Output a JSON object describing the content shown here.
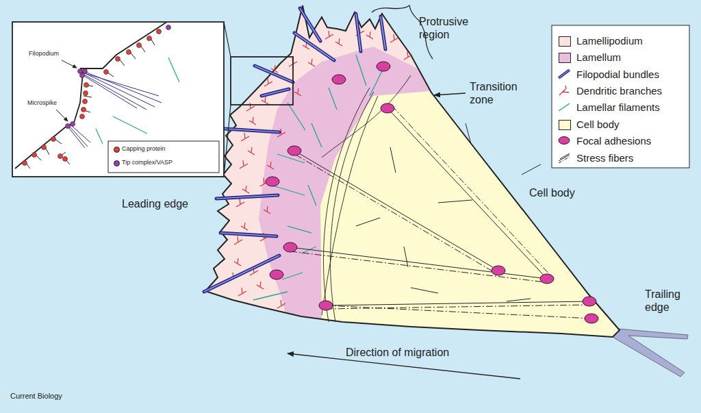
{
  "diagram": {
    "labels": [
      "Filopodium",
      "Microspike",
      "Protrusive region",
      "Transition zone",
      "Leading edge",
      "Cell body",
      "Trailing edge",
      "Direction of migration",
      "Current Biology"
    ],
    "legend": [
      {
        "text": "Lamellipodium",
        "color": "#fae3e1"
      },
      {
        "text": "Lamellum",
        "color": "#e9bddb"
      },
      {
        "text": "Filopodial bundles"
      },
      {
        "text": "Dendritic branches"
      },
      {
        "text": "Lamellar filaments"
      },
      {
        "text": "Cell body",
        "color": "#fdfbcf"
      },
      {
        "text": "Focal adhesions"
      },
      {
        "text": "Stress fibers"
      },
      {
        "text": "Capping protein",
        "color": "#e2403f"
      },
      {
        "text": "Tip complex/VASP",
        "color": "#9b3fa6"
      }
    ]
  }
}
